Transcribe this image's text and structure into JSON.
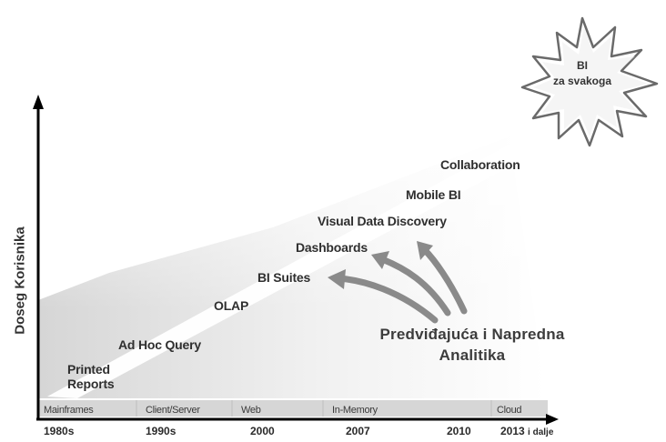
{
  "y_axis_label": "Doseg Korisnika",
  "stages": [
    {
      "label": "Printed\nReports"
    },
    {
      "label": "Ad Hoc Query"
    },
    {
      "label": "OLAP"
    },
    {
      "label": "BI Suites"
    },
    {
      "label": "Dashboards"
    },
    {
      "label": "Visual Data Discovery"
    },
    {
      "label": "Mobile BI"
    },
    {
      "label": "Collaboration"
    }
  ],
  "eras": [
    "Mainframes",
    "Client/Server",
    "Web",
    "In-Memory",
    "Cloud"
  ],
  "years": [
    "1980s",
    "1990s",
    "2000",
    "2007",
    "2010",
    "2013"
  ],
  "year_suffix": "i dalje",
  "analytics_label": "Predviđajuća i Napredna\nAnalitika",
  "star_label": "BI\nza svakoga",
  "colors": {
    "axis": "#000000",
    "band": "#d9d9d9",
    "ray": "#ffffff",
    "text": "#333333"
  }
}
